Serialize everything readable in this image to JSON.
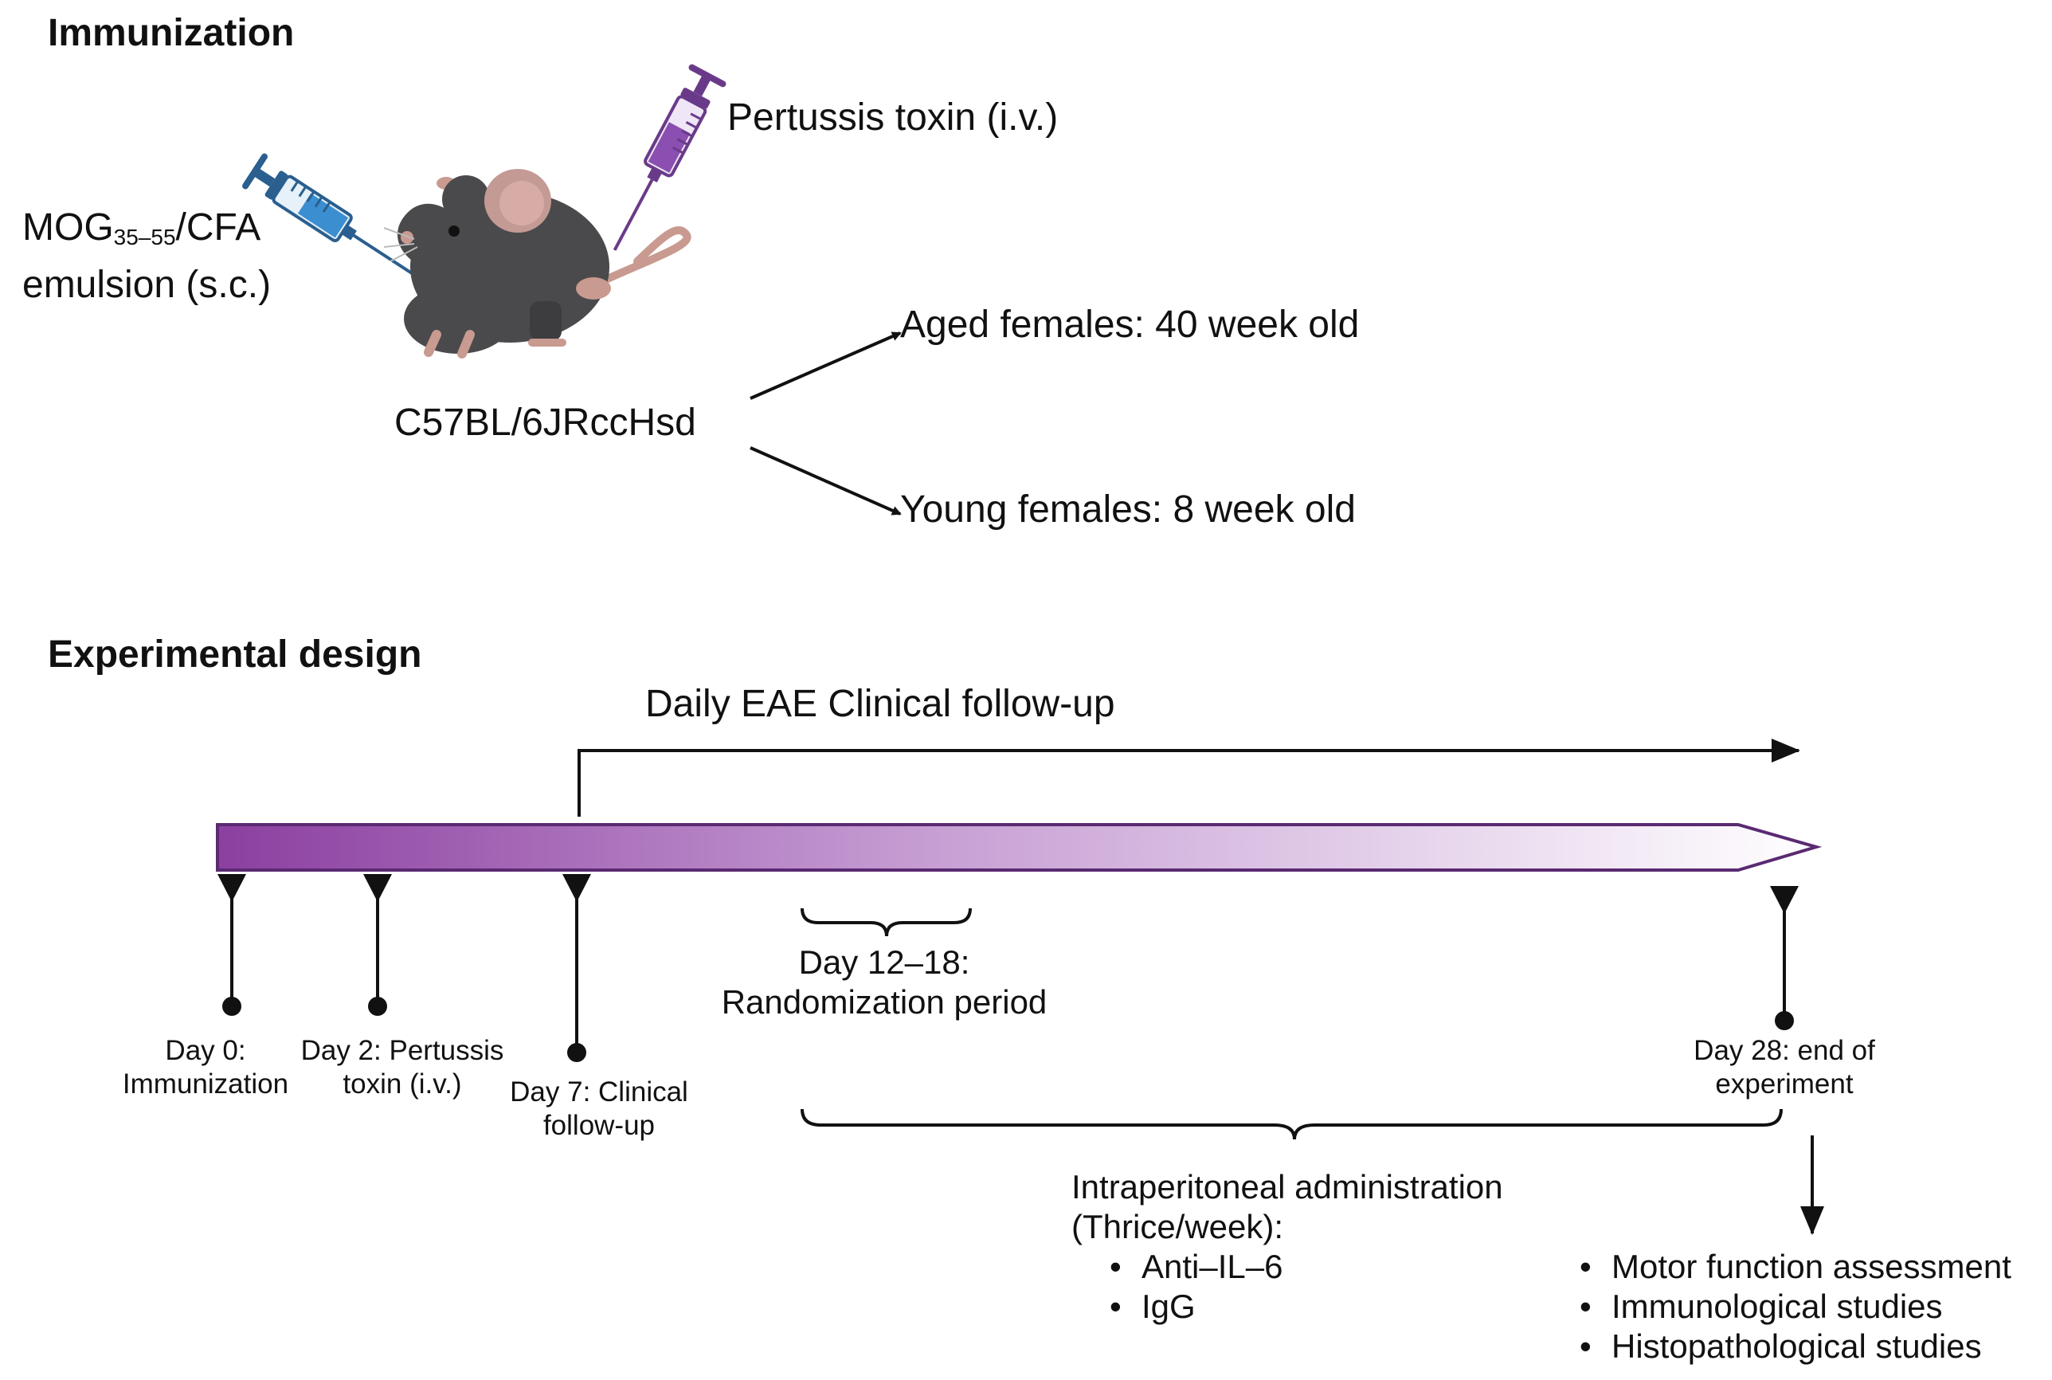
{
  "sections": {
    "immunization_title": "Immunization",
    "design_title": "Experimental design"
  },
  "immunization": {
    "mog_base": "MOG",
    "mog_sub": "35–55",
    "mog_rest": "/CFA",
    "mog_line2": "emulsion (s.c.)",
    "pertussis_label": "Pertussis toxin (i.v.)",
    "strain_label": "C57BL/6JRccHsd",
    "group_aged": "Aged females: 40 week old",
    "group_young": "Young females: 8 week old"
  },
  "timeline": {
    "followup_label": "Daily EAE Clinical follow-up",
    "randomization_line1": "Day 12–18:",
    "randomization_line2": "Randomization period",
    "events": [
      {
        "line1": "Day 0:",
        "line2": "Immunization"
      },
      {
        "line1": "Day 2: Pertussis",
        "line2": "toxin (i.v.)"
      },
      {
        "line1": "Day 7: Clinical",
        "line2": "follow-up"
      },
      {
        "line1": "Day 28: end of",
        "line2": "experiment"
      }
    ],
    "treatment_title_line1": "Intraperitoneal administration",
    "treatment_title_line2": "(Thrice/week):",
    "treatments": [
      "Anti–IL–6",
      "IgG"
    ],
    "outcomes": [
      "Motor function assessment",
      "Immunological studies",
      "Histopathological studies"
    ]
  },
  "colors": {
    "timeline_start": "#8b3fa0",
    "timeline_end": "#ffffff",
    "syringe_blue": "#3b8fd0",
    "syringe_purple": "#8a4fb0",
    "mouse_body": "#4a4a4c",
    "mouse_pink": "#c99a90"
  },
  "icons": [
    "syringe-blue-icon",
    "syringe-purple-icon",
    "mouse-icon"
  ]
}
